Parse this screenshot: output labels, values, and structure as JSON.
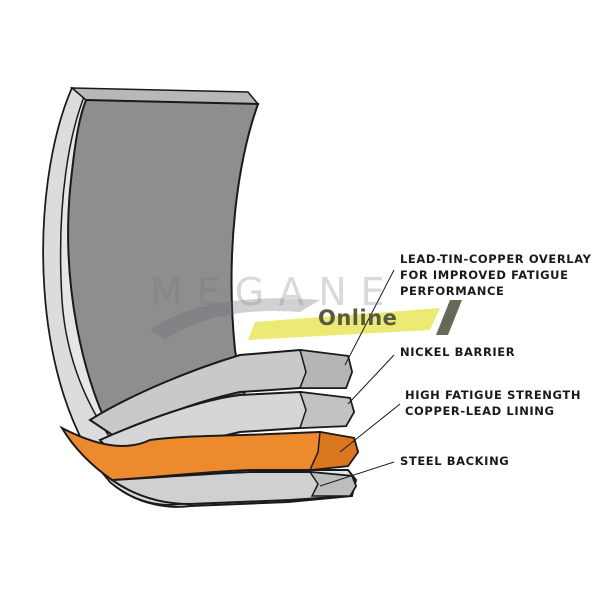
{
  "labels": {
    "overlay": [
      "LEAD-TIN-COPPER OVERLAY",
      "FOR IMPROVED FATIGUE",
      "PERFORMANCE"
    ],
    "nickel": [
      "NICKEL BARRIER"
    ],
    "lining": [
      "HIGH FATIGUE STRENGTH",
      "COPPER-LEAD LINING"
    ],
    "steel": [
      "STEEL BACKING"
    ]
  },
  "watermark": {
    "brand": "MEGANE",
    "sub": "Online"
  },
  "colors": {
    "overlay_layer": "#c9c9c9",
    "nickel_layer": "#d6d6d6",
    "lining_layer": "#ee8a2e",
    "steel_layer": "#d0d0d0",
    "bearing_surface": "#8e8e8e",
    "watermark_accent": "#e6e24a"
  }
}
